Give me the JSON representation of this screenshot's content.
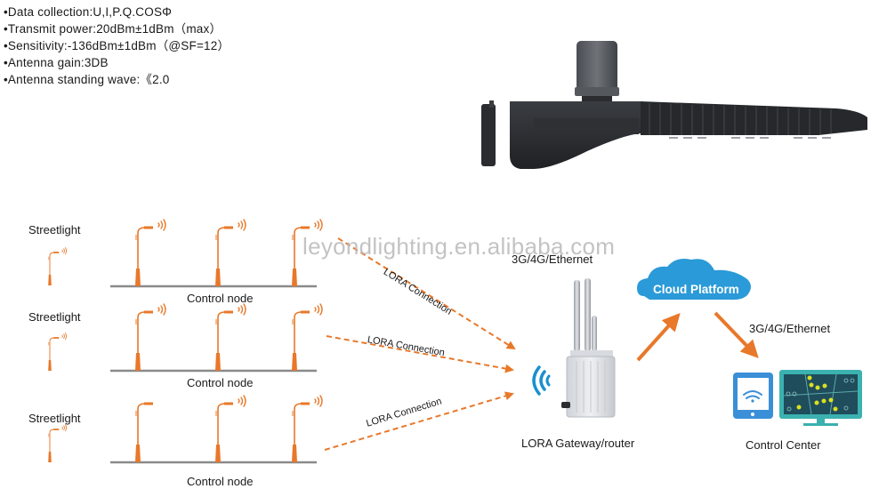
{
  "specs": [
    "•Data collection:U,I,P.Q.COSΦ",
    "•Transmit power:20dBm±1dBm（max）",
    "•Sensitivity:-136dBm±1dBm（@SF=12）",
    "•Antenna gain:3DB",
    "•Antenna standing wave:《2.0"
  ],
  "watermark": "leyondlighting.en.alibaba.com",
  "rows": [
    {
      "streetlight_label": "Streetlight",
      "node_label": "Control node",
      "lora_label": "LORA Connection",
      "lamps_with_signal": [
        true,
        true,
        true
      ]
    },
    {
      "streetlight_label": "Streetlight",
      "node_label": "Control node",
      "lora_label": "LORA Connection",
      "lamps_with_signal": [
        true,
        true,
        true
      ]
    },
    {
      "streetlight_label": "Streetlight",
      "node_label": "Control node",
      "lora_label": "LORA Connection",
      "lamps_with_signal": [
        false,
        true,
        true
      ]
    }
  ],
  "gateway": {
    "label": "LORA Gateway/router",
    "uplink_label": "3G/4G/Ethernet"
  },
  "cloud": {
    "label": "Cloud Platform",
    "downlink_label": "3G/4G/Ethernet"
  },
  "control_center": {
    "label": "Control Center"
  },
  "colors": {
    "lamp_orange": "#e8782a",
    "cloud_blue": "#2b9ad8",
    "ground_gray": "#8a8a8a",
    "monitor_teal": "#3bb1b0",
    "screen_dark": "#1f4d5c",
    "dot_yellow": "#d9e021",
    "wifi_blue": "#1b8fd0"
  }
}
